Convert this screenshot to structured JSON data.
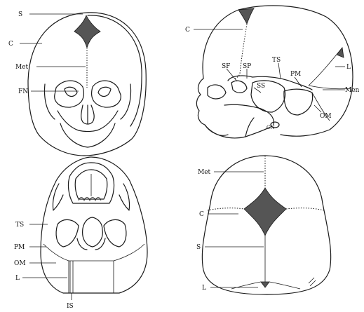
{
  "panels": {
    "frontal": {
      "labels": {
        "s": "S",
        "c": "C",
        "met": "Met",
        "fn": "FN"
      }
    },
    "lateral": {
      "labels": {
        "c": "C",
        "sf": "SF",
        "sp": "SP",
        "ts": "TS",
        "ss": "SS",
        "pm": "PM",
        "l": "L",
        "men": "Men",
        "om": "OM",
        "cn": "CN"
      }
    },
    "basal": {
      "labels": {
        "ts": "TS",
        "pm": "PM",
        "om": "OM",
        "l": "L",
        "is": "IS"
      }
    },
    "superior": {
      "labels": {
        "met": "Met",
        "c": "C",
        "s": "S",
        "l": "L"
      }
    }
  }
}
